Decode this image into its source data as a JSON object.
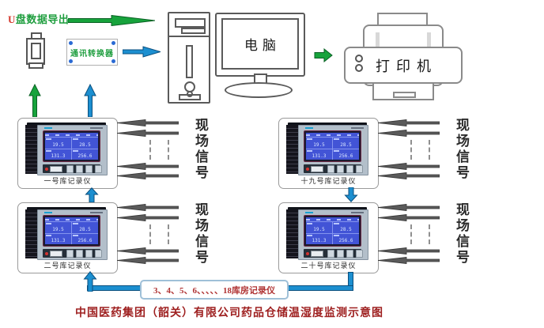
{
  "header": {
    "usb_export_label": "U盘数据导出",
    "converter_label": "通讯转换器",
    "computer_label": "电脑",
    "printer_label": "打印机"
  },
  "recorders": [
    {
      "label": "一号库记录仪"
    },
    {
      "label": "二号库记录仪"
    },
    {
      "label": "十九号库记录仪"
    },
    {
      "label": "二十号库记录仪"
    }
  ],
  "lcd": {
    "values": [
      "19.5",
      "28.5",
      "131.3",
      "256.6"
    ]
  },
  "field_signal_label": "现场信号",
  "bus_label": "3、4、5、6、、、、、18库房记录仪",
  "caption": "中国医药集团（韶关）有限公司药品仓储温湿度监测示意图",
  "colors": {
    "green": "#17a33c",
    "blue": "#1c8fd0",
    "gray_arrow": "#5a5a5a",
    "caption_red": "#9e1f1f",
    "label_green": "#1f9e3f",
    "bus_red": "#b03434"
  }
}
